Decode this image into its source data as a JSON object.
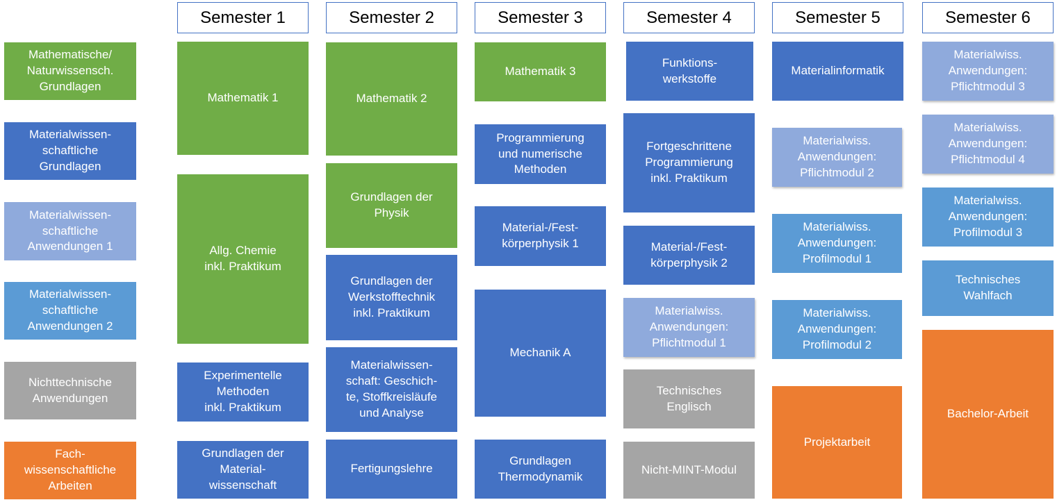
{
  "colors": {
    "green": "#70ad47",
    "dark_blue": "#4472c4",
    "light_blue": "#8faadc",
    "mid_blue": "#5b9bd5",
    "gray": "#a5a5a5",
    "orange": "#ed7d31",
    "header_border": "#4472c4"
  },
  "headers": [
    "Semester 1",
    "Semester 2",
    "Semester 3",
    "Semester 4",
    "Semester 5",
    "Semester 6"
  ],
  "legend": [
    {
      "label": "Mathematische/\nNaturwissensch.\nGrundlagen",
      "color": "green"
    },
    {
      "label": "Materialwissen-\nschaftliche\nGrundlagen",
      "color": "dark_blue"
    },
    {
      "label": "Materialwissen-\nschaftliche\nAnwendungen 1",
      "color": "light_blue"
    },
    {
      "label": "Materialwissen-\nschaftliche\nAnwendungen 2",
      "color": "mid_blue"
    },
    {
      "label": "Nichttechnische\nAnwendungen",
      "color": "gray"
    },
    {
      "label": "Fach-\nwissenschaftliche\nArbeiten",
      "color": "orange"
    }
  ],
  "semesters": [
    [
      {
        "label": "Mathematik 1",
        "color": "green"
      },
      {
        "label": "Allg. Chemie\ninkl. Praktikum",
        "color": "green"
      },
      {
        "label": "Experimentelle\nMethoden\ninkl. Praktikum",
        "color": "dark_blue"
      },
      {
        "label": "Grundlagen der\nMaterial-\nwissenschaft",
        "color": "dark_blue"
      }
    ],
    [
      {
        "label": "Mathematik 2",
        "color": "green"
      },
      {
        "label": "Grundlagen der\nPhysik",
        "color": "green"
      },
      {
        "label": "Grundlagen der\nWerkstofftechnik\ninkl. Praktikum",
        "color": "dark_blue"
      },
      {
        "label": "Materialwissen-\nschaft: Geschich-\nte, Stoffkreisläufe\nund Analyse",
        "color": "dark_blue"
      },
      {
        "label": "Fertigungslehre",
        "color": "dark_blue"
      }
    ],
    [
      {
        "label": "Mathematik 3",
        "color": "green"
      },
      {
        "label": "Programmierung\nund numerische\nMethoden",
        "color": "dark_blue"
      },
      {
        "label": "Material-/Fest-\nkörperphysik 1",
        "color": "dark_blue"
      },
      {
        "label": "Mechanik A",
        "color": "dark_blue"
      },
      {
        "label": "Grundlagen\nThermodynamik",
        "color": "dark_blue"
      }
    ],
    [
      {
        "label": "Funktions-\nwerkstoffe",
        "color": "dark_blue"
      },
      {
        "label": "Fortgeschrittene\nProgrammierung\ninkl. Praktikum",
        "color": "dark_blue"
      },
      {
        "label": "Material-/Fest-\nkörperphysik 2",
        "color": "dark_blue"
      },
      {
        "label": "Materialwiss.\nAnwendungen:\nPflichtmodul 1",
        "color": "light_blue"
      },
      {
        "label": "Technisches\nEnglisch",
        "color": "gray"
      },
      {
        "label": "Nicht-MINT-Modul",
        "color": "gray"
      }
    ],
    [
      {
        "label": "Materialinformatik",
        "color": "dark_blue"
      },
      {
        "label": "Materialwiss.\nAnwendungen:\nPflichtmodul 2",
        "color": "light_blue"
      },
      {
        "label": "Materialwiss.\nAnwendungen:\nProfilmodul 1",
        "color": "mid_blue"
      },
      {
        "label": "Materialwiss.\nAnwendungen:\nProfilmodul 2",
        "color": "mid_blue"
      },
      {
        "label": "Projektarbeit",
        "color": "orange"
      }
    ],
    [
      {
        "label": "Materialwiss.\nAnwendungen:\nPflichtmodul 3",
        "color": "light_blue"
      },
      {
        "label": "Materialwiss.\nAnwendungen:\nPflichtmodul 4",
        "color": "light_blue"
      },
      {
        "label": "Materialwiss.\nAnwendungen:\nProfilmodul 3",
        "color": "mid_blue"
      },
      {
        "label": "Technisches\nWahlfach",
        "color": "mid_blue"
      },
      {
        "label": "Bachelor-Arbeit",
        "color": "orange"
      }
    ]
  ]
}
